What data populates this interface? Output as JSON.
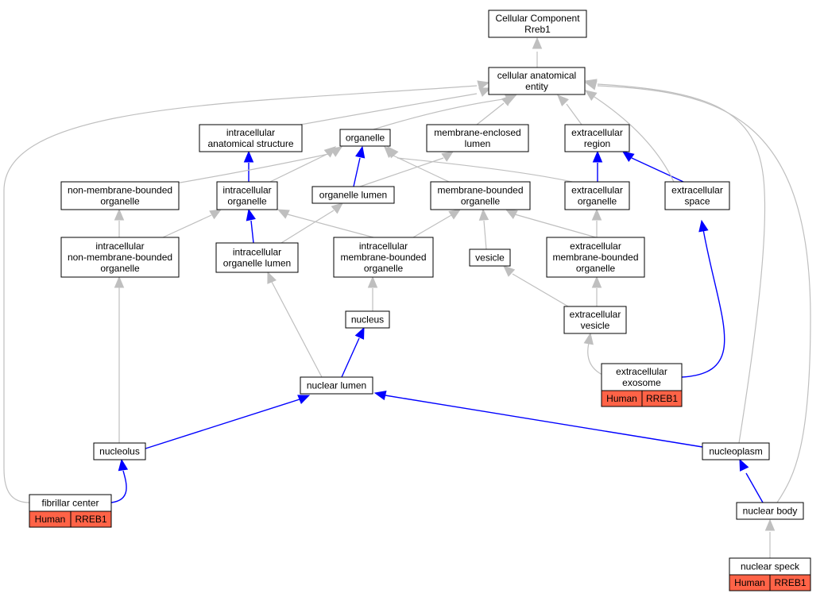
{
  "diagram": {
    "colors": {
      "is_a_edge": "#bfbfbf",
      "part_of_edge": "#0000ff",
      "annotation_fill": "#ff6347",
      "node_fill": "#ffffff"
    },
    "nodes": {
      "cellular_component": [
        "Cellular Component",
        "Rreb1"
      ],
      "cellular_anatomical_entity": [
        "cellular anatomical",
        "entity"
      ],
      "intracellular_anatomical_structure": [
        "intracellular",
        "anatomical structure"
      ],
      "organelle": [
        "organelle"
      ],
      "membrane_enclosed_lumen": [
        "membrane-enclosed",
        "lumen"
      ],
      "extracellular_region": [
        "extracellular",
        "region"
      ],
      "non_membrane_bounded_organelle": [
        "non-membrane-bounded",
        "organelle"
      ],
      "intracellular_organelle": [
        "intracellular",
        "organelle"
      ],
      "organelle_lumen": [
        "organelle lumen"
      ],
      "membrane_bounded_organelle": [
        "membrane-bounded",
        "organelle"
      ],
      "extracellular_organelle": [
        "extracellular",
        "organelle"
      ],
      "extracellular_space": [
        "extracellular",
        "space"
      ],
      "intracellular_non_membrane_bounded_organelle": [
        "intracellular",
        "non-membrane-bounded",
        "organelle"
      ],
      "intracellular_organelle_lumen": [
        "intracellular",
        "organelle lumen"
      ],
      "intracellular_membrane_bounded_organelle": [
        "intracellular",
        "membrane-bounded",
        "organelle"
      ],
      "vesicle": [
        "vesicle"
      ],
      "extracellular_membrane_bounded_organelle": [
        "extracellular",
        "membrane-bounded",
        "organelle"
      ],
      "nucleus": [
        "nucleus"
      ],
      "extracellular_vesicle": [
        "extracellular",
        "vesicle"
      ],
      "nuclear_lumen": [
        "nuclear lumen"
      ],
      "extracellular_exosome": [
        "extracellular",
        "exosome"
      ],
      "nucleolus": [
        "nucleolus"
      ],
      "nucleoplasm": [
        "nucleoplasm"
      ],
      "fibrillar_center": [
        "fibrillar center"
      ],
      "nuclear_body": [
        "nuclear body"
      ],
      "nuclear_speck": [
        "nuclear speck"
      ]
    },
    "annotations": {
      "extracellular_exosome": {
        "species": "Human",
        "gene": "RREB1"
      },
      "fibrillar_center": {
        "species": "Human",
        "gene": "RREB1"
      },
      "nuclear_speck": {
        "species": "Human",
        "gene": "RREB1"
      }
    }
  }
}
